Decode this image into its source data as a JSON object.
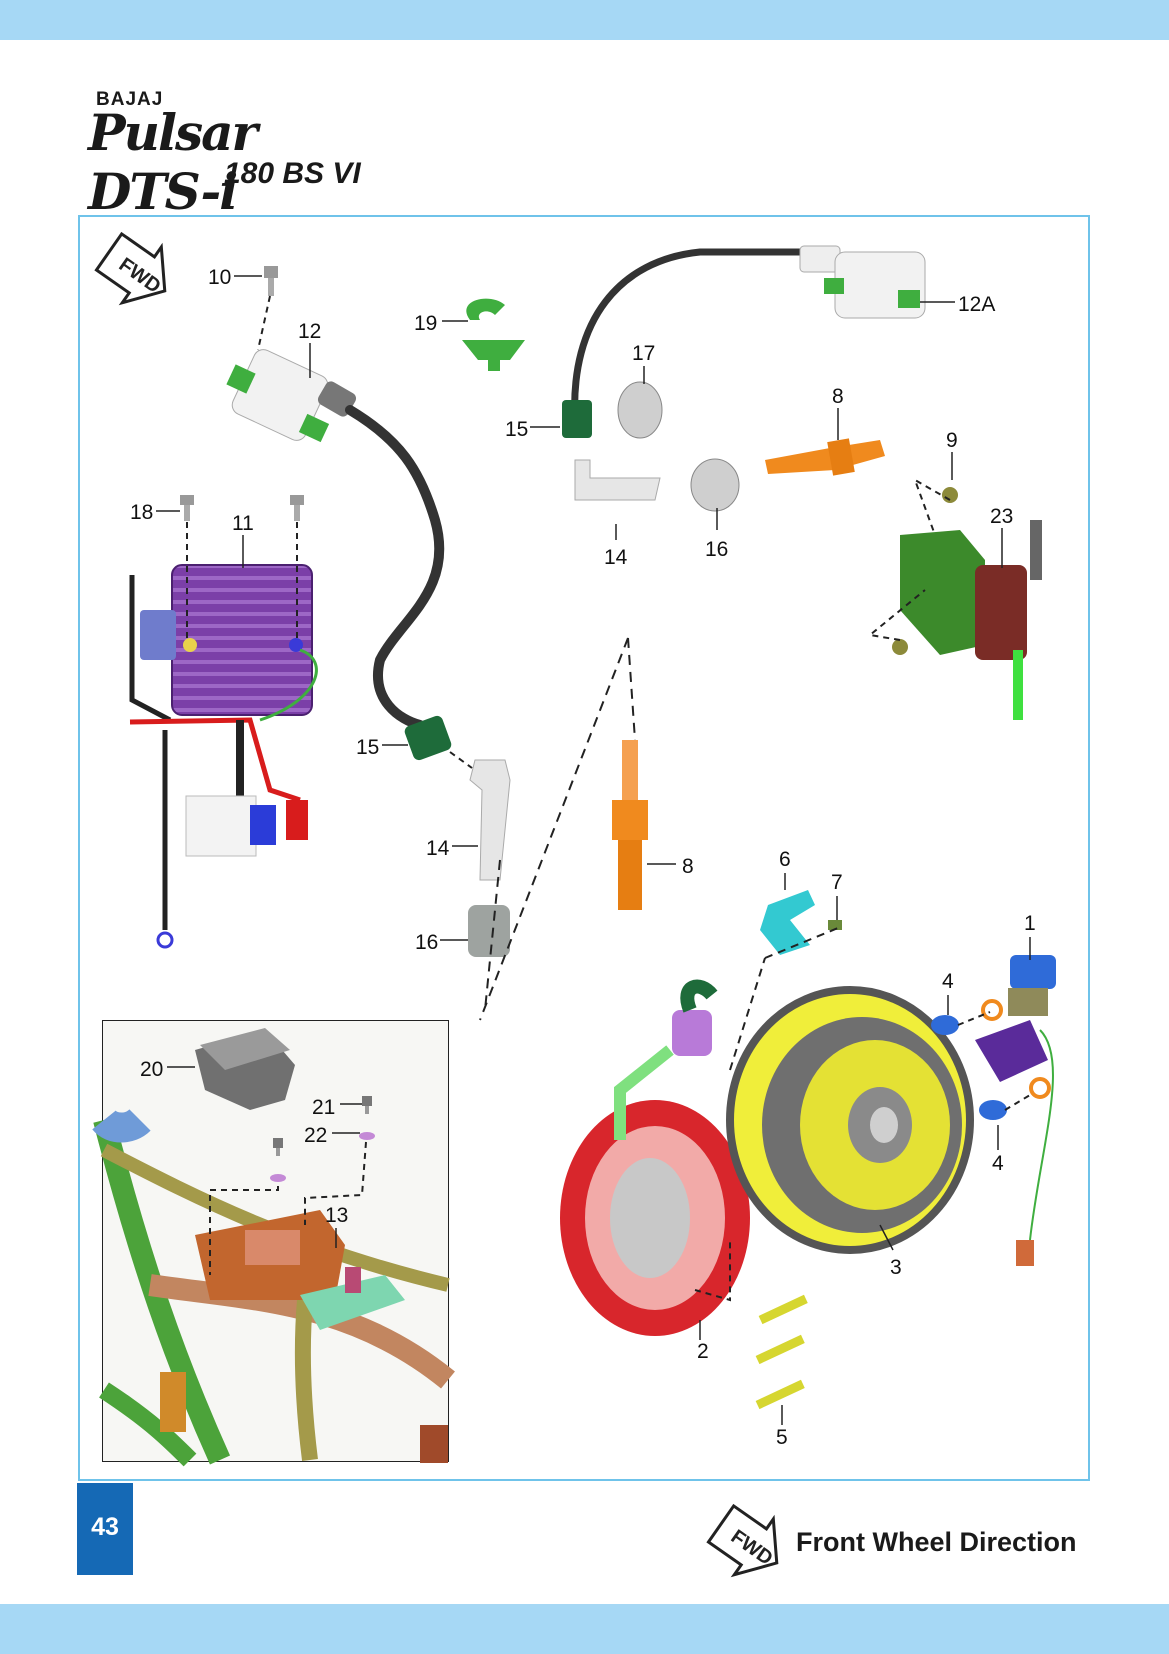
{
  "brand": {
    "maker": "BAJAJ",
    "script": "Pulsar DTS-i",
    "model": "180 BS VI"
  },
  "page_number": "43",
  "fwd_badge_label": "FWD",
  "legend": {
    "label": "Front Wheel Direction"
  },
  "callouts": {
    "c1": "1",
    "c2": "2",
    "c3": "3",
    "c4a": "4",
    "c4b": "4",
    "c5": "5",
    "c6": "6",
    "c7": "7",
    "c8a": "8",
    "c8b": "8",
    "c9": "9",
    "c10": "10",
    "c11": "11",
    "c12": "12",
    "c12a": "12A",
    "c13": "13",
    "c14a": "14",
    "c14b": "14",
    "c15a": "15",
    "c15b": "15",
    "c16a": "16",
    "c16b": "16",
    "c17": "17",
    "c18": "18",
    "c19": "19",
    "c20": "20",
    "c21": "21",
    "c22": "22",
    "c23": "23"
  },
  "colors": {
    "band": "#a6d8f5",
    "frame_border": "#6fc3ea",
    "page_box": "#1569b5",
    "regulator": "#7b3fa8",
    "flywheel": "#f0ee3a",
    "stator": "#d8262c",
    "coil_body": "#f2f2f2",
    "connector_green": "#3fae3f",
    "spark_plug": "#f08a1e",
    "cable": "#333333"
  }
}
